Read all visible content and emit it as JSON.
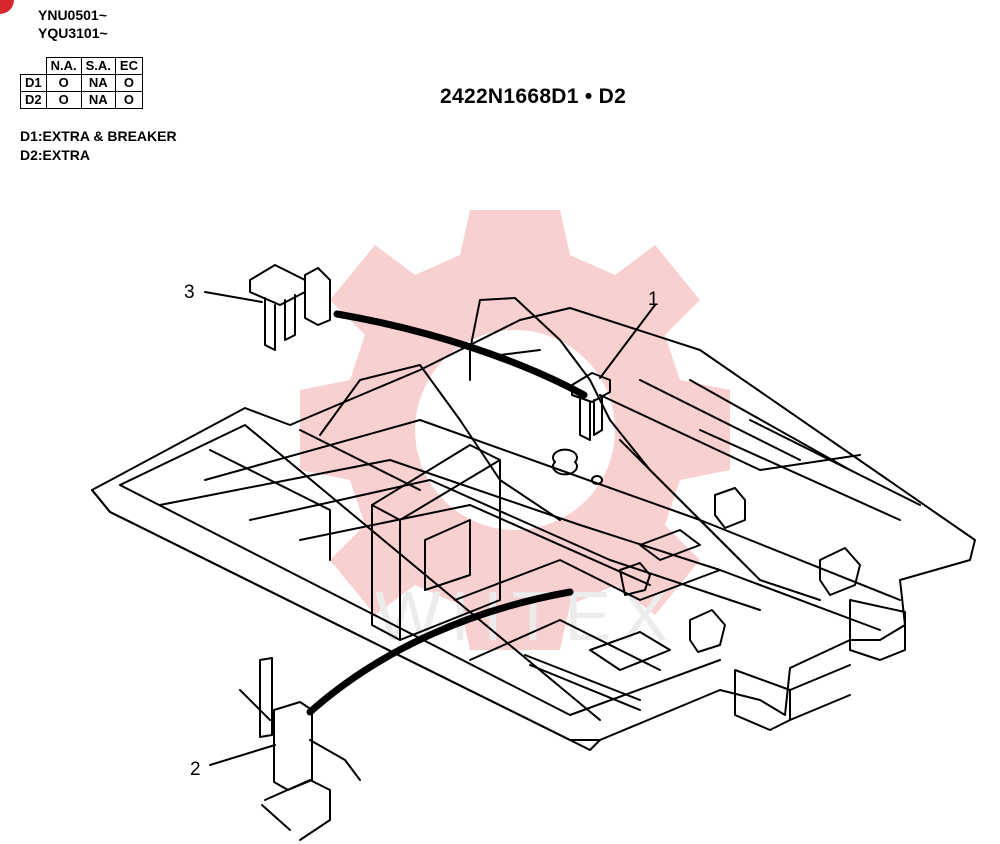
{
  "header": {
    "serials": [
      "YNU0501~",
      "YQU3101~"
    ],
    "part_number": "2422N1668D1 • D2"
  },
  "spec_table": {
    "columns": [
      "N.A.",
      "S.A.",
      "EC"
    ],
    "rows": [
      {
        "label": "D1",
        "values": [
          "O",
          "NA",
          "O"
        ]
      },
      {
        "label": "D2",
        "values": [
          "O",
          "NA",
          "O"
        ]
      }
    ]
  },
  "notes": [
    "D1:EXTRA & BREAKER",
    "D2:EXTRA"
  ],
  "callouts": [
    "1",
    "2",
    "3"
  ],
  "watermark": {
    "text": "WHTEX",
    "color": "#f3b5b5"
  },
  "colors": {
    "line": "#000000",
    "accent": "#d8262e"
  }
}
